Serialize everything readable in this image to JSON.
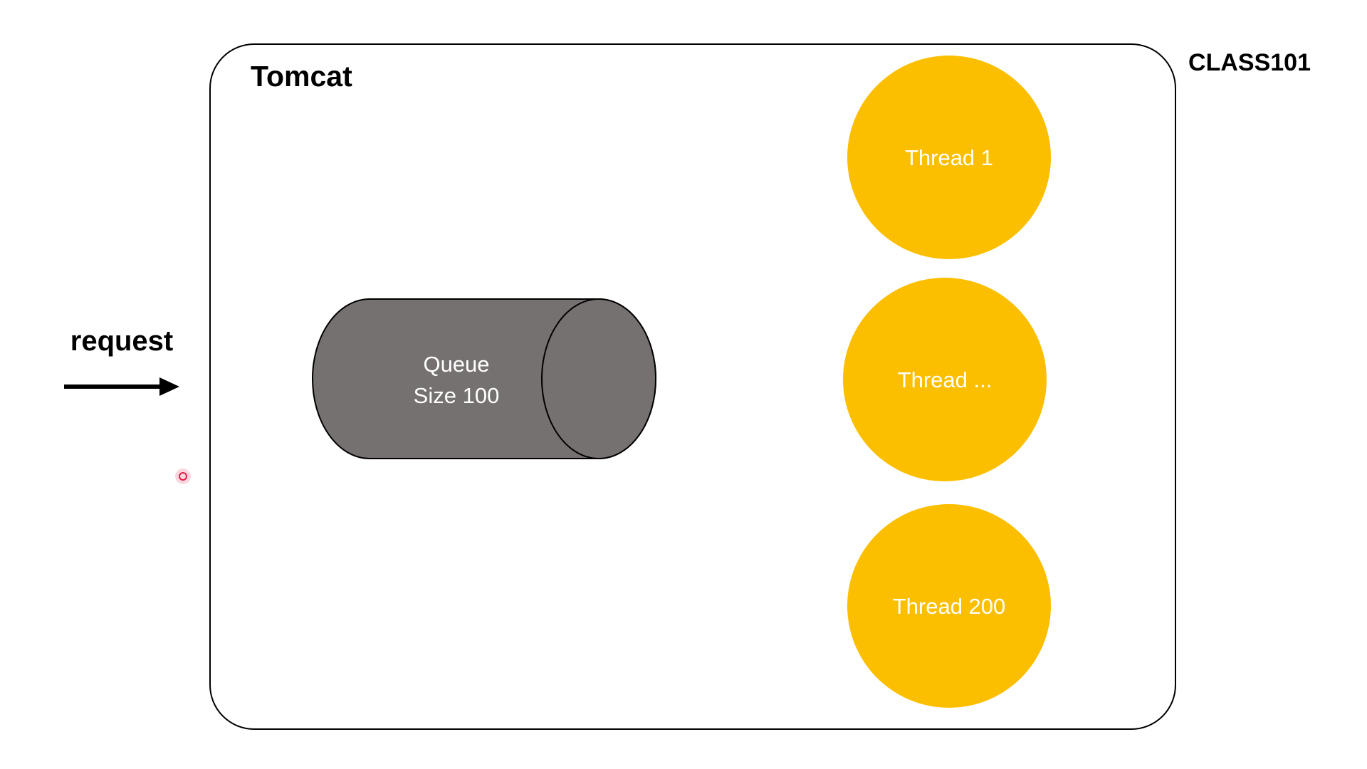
{
  "container": {
    "title": "Tomcat"
  },
  "brand": {
    "logo_text": "CLASS101"
  },
  "request": {
    "label": "request"
  },
  "queue": {
    "line1": "Queue",
    "line2": "Size 100"
  },
  "threads": [
    {
      "label": "Thread 1"
    },
    {
      "label": "Thread ..."
    },
    {
      "label": "Thread 200"
    }
  ],
  "colors": {
    "thread_fill": "#FBBF00",
    "queue_fill": "#767171",
    "stroke": "#000000",
    "cursor": "#E11D48"
  }
}
